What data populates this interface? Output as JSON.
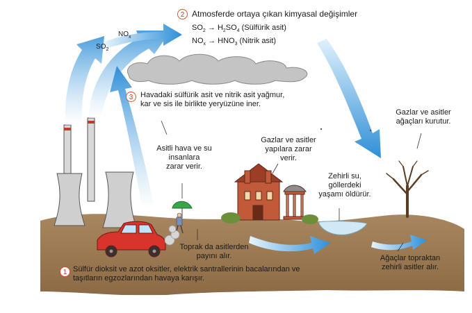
{
  "steps": [
    {
      "number": "1",
      "text": "Sülfür dioksit ve azot oksitler, elektrik santrallerinin bacalarından ve\ntaşıtların egzozlarından havaya karışır."
    },
    {
      "number": "2",
      "text": "Atmosferde ortaya çıkan kimyasal değişimler"
    },
    {
      "number": "3",
      "text": "Havadaki sülfürik asit ve nitrik asit yağmur,\nkar ve sis ile birlikte yeryüzüne iner."
    }
  ],
  "reactions": [
    {
      "from": "SO",
      "from_sub": "2",
      "arrow": "→",
      "to_a": "H",
      "to_a_sub": "2",
      "to_b": "SO",
      "to_b_sub": "4",
      "name": "(Sülfürik asit)"
    },
    {
      "from": "NO",
      "from_sub": "x",
      "arrow": "→",
      "to_a": "HNO",
      "to_a_sub": "3",
      "to_b": "",
      "to_b_sub": "",
      "name": "(Nitrik asit)"
    }
  ],
  "gases": {
    "so2": "SO",
    "so2_sub": "2",
    "nox": "NO",
    "nox_sub": "x"
  },
  "effects": {
    "people": "Asitli hava ve su\ninsanlara\nzarar verir.",
    "buildings": "Gazlar ve asitler\nyapılara zarar\nverir.",
    "lakes": "Zehirli su,\ngöllerdeki\nyaşamı öldürür.",
    "trees_air": "Gazlar ve asitler\nağaçları kurutur.",
    "soil": "Toprak da asitlerden\npayını alır.",
    "trees_soil": "Ağaçlar topraktan\nzehirli asitler alır."
  },
  "colors": {
    "arrow_blue": "#2f8fd8",
    "arrow_light": "#bfe3f8",
    "ground": "#9c7a52",
    "cloud": "#bdbdbd",
    "car": "#d9342b",
    "number_ring": "#d9512c",
    "building": "#c25a3a",
    "umbrella": "#3aa64a"
  }
}
